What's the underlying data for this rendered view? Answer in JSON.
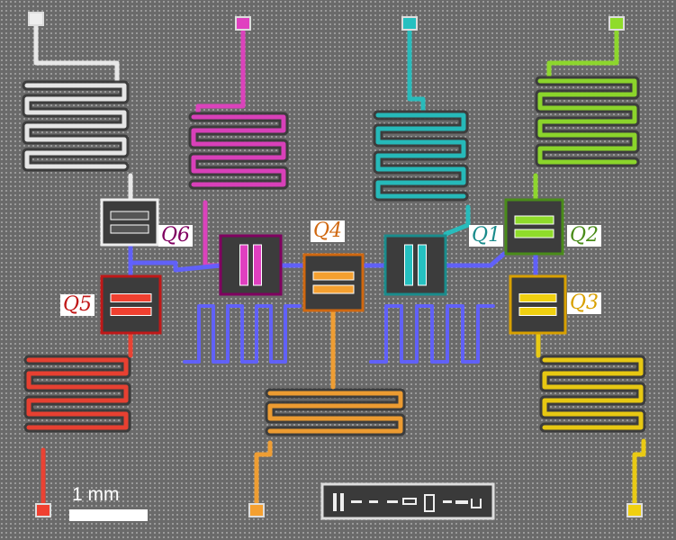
{
  "scale_bar": {
    "label": "1 mm"
  },
  "qubits": [
    {
      "id": "Q1",
      "label": "Q1",
      "color": "#1a8c8c",
      "fill": "#25c0c0"
    },
    {
      "id": "Q2",
      "label": "Q2",
      "color": "#4a8c1a",
      "fill": "#8fdc2a"
    },
    {
      "id": "Q3",
      "label": "Q3",
      "color": "#d8a000",
      "fill": "#f0d010"
    },
    {
      "id": "Q4",
      "label": "Q4",
      "color": "#d06810",
      "fill": "#f5a030"
    },
    {
      "id": "Q5",
      "label": "Q5",
      "color": "#c01818",
      "fill": "#f04030"
    },
    {
      "id": "Q6",
      "label": "Q6",
      "color": "#800060",
      "fill": "#e040c0"
    }
  ],
  "colors": {
    "coupler": "#6060ff",
    "metal": "#f0f0f0",
    "substrate": "#6a6a6a"
  }
}
